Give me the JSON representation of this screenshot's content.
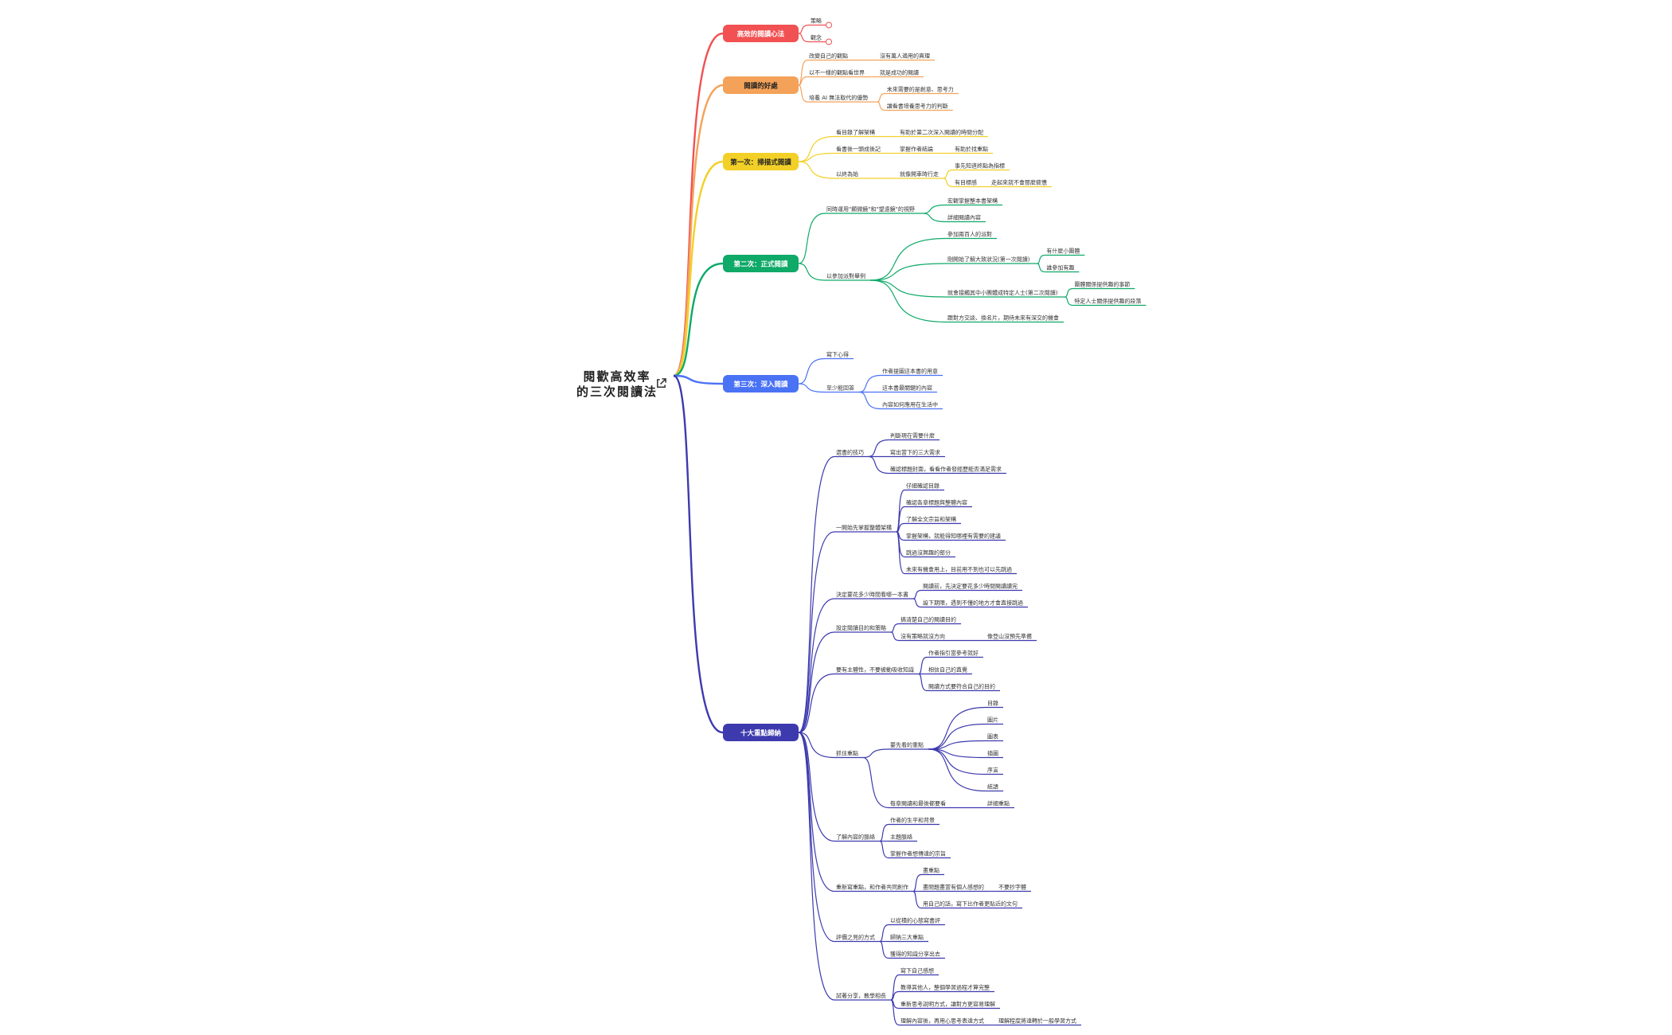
{
  "root": {
    "line1": "閱歡高效率",
    "line2": "的三次閱讀法",
    "icon": "external-link-icon"
  },
  "colors": {
    "red": "#f15152",
    "orange": "#f4a259",
    "yellow": "#f3d027",
    "green": "#0fa968",
    "blue": "#4a72f5",
    "indigo": "#3d3aae"
  },
  "branches": [
    {
      "id": "r",
      "label": "高效的閱讀心法",
      "color": "red",
      "light": true,
      "children": [
        {
          "label": "策略",
          "marker": true
        },
        {
          "label": "觀念",
          "marker": true
        }
      ]
    },
    {
      "id": "o",
      "label": "閱讀的好處",
      "color": "orange",
      "children": [
        {
          "label": "改變自己的觀點",
          "children": [
            {
              "label": "沒有萬人適用的真理"
            }
          ]
        },
        {
          "label": "以不一樣的觀點看世界",
          "children": [
            {
              "label": "就是成功的閱讀"
            }
          ]
        },
        {
          "label": "培養 AI 無法取代的優勢",
          "children": [
            {
              "label": "未來需要的是創意、思考力"
            },
            {
              "label": "讓看書培養思考力的判斷"
            }
          ]
        }
      ]
    },
    {
      "id": "y",
      "label": "第一次：掃描式閱讀",
      "color": "yellow",
      "children": [
        {
          "label": "看目錄了解架構",
          "children": [
            {
              "label": "有助於第二次深入閱讀的時間分配"
            }
          ]
        },
        {
          "label": "看書後一頭成後記",
          "children": [
            {
              "label": "掌握作者結論",
              "children": [
                {
                  "label": "有助於找重點"
                }
              ]
            }
          ]
        },
        {
          "label": "以終為始",
          "children": [
            {
              "label": "就像開車時行走",
              "children": [
                {
                  "label": "事先知道終點為指標"
                },
                {
                  "label": "有目標感",
                  "children": [
                    {
                      "label": "走起來就不會那麼疲憊"
                    }
                  ]
                }
              ]
            }
          ]
        }
      ]
    },
    {
      "id": "g",
      "label": "第二次：正式閱讀",
      "color": "green",
      "children": [
        {
          "label": "同時運用\"顯微鏡\"和\"望遠鏡\"的視野",
          "children": [
            {
              "label": "宏觀掌握整本書架構"
            },
            {
              "label": "詳細閱讀內容"
            }
          ]
        },
        {
          "label": "以參加派對舉例",
          "children": [
            {
              "label": "參加兩百人的派對"
            },
            {
              "label": "剛開始了解大致狀況(第一次閱讀)",
              "children": [
                {
                  "label": "有什麼小團體"
                },
                {
                  "label": "誰參加有趣"
                }
              ]
            },
            {
              "label": "就會接觸其中小團體成特定人士(第二次閱讀)",
              "children": [
                {
                  "label": "團體關係提供趣的事節"
                },
                {
                  "label": "特定人士關係提供趣的段落"
                }
              ]
            },
            {
              "label": "跟對方交談、換名片，期待未來有深交的機會"
            }
          ]
        }
      ]
    },
    {
      "id": "b",
      "label": "第三次：深入閱讀",
      "color": "blue",
      "children": [
        {
          "label": "寫下心得"
        },
        {
          "label": "至少能回答",
          "children": [
            {
              "label": "作者提圖這本書的用意"
            },
            {
              "label": "這本書最關鍵的內容"
            },
            {
              "label": "內容如何應用在生活中"
            }
          ]
        }
      ]
    },
    {
      "id": "i",
      "label": "十大重點歸納",
      "color": "indigo",
      "children": [
        {
          "label": "選書的技巧",
          "children": [
            {
              "label": "判斷現在需要什麼"
            },
            {
              "label": "寫出當下的三大需求"
            },
            {
              "label": "確認標題封面，看看作者發經歷能否滿足需求"
            }
          ]
        },
        {
          "label": "一開始先掌握整體架構",
          "children": [
            {
              "label": "仔細確認目錄"
            },
            {
              "label": "確認各章標題與整體內容"
            },
            {
              "label": "了解全文宗旨和架構"
            },
            {
              "label": "掌握架構，就能得知哪裡有需要的建議"
            },
            {
              "label": "跳過沒興趣的部分"
            },
            {
              "label": "未來有機會用上，目前用不到也可以先跳過"
            }
          ]
        },
        {
          "label": "決定要花多少時間看哪一本書",
          "children": [
            {
              "label": "閱讀前，先決定要花多少時間閱讀讀完"
            },
            {
              "label": "設下期限，遇到不懂的地方才會直接跳過"
            }
          ]
        },
        {
          "label": "設定閱讀目的和策略",
          "children": [
            {
              "label": "搞清楚自己的閱讀目的"
            },
            {
              "label": "沒有策略就沒方向",
              "children": [
                {
                  "label": "像登山沒預先準備"
                }
              ]
            }
          ]
        },
        {
          "label": "要有主體性，不要被動吸收知識",
          "children": [
            {
              "label": "作者指引當參考就好"
            },
            {
              "label": "相信自己的直覺"
            },
            {
              "label": "閱讀方式要符合自己的目的"
            }
          ]
        },
        {
          "label": "抓住重點",
          "children": [
            {
              "label": "要先看的重點",
              "children": [
                {
                  "label": "目錄"
                },
                {
                  "label": "圖片"
                },
                {
                  "label": "圖表"
                },
                {
                  "label": "插圖"
                },
                {
                  "label": "序言"
                },
                {
                  "label": "結語"
                }
              ]
            },
            {
              "label": "每章閱讀和最後都要看",
              "children": [
                {
                  "label": "詳細重點"
                }
              ]
            }
          ]
        },
        {
          "label": "了解內容的脈絡",
          "children": [
            {
              "label": "作者的生平和背景"
            },
            {
              "label": "主題脈絡"
            },
            {
              "label": "掌握作者想傳達的宗旨"
            }
          ]
        },
        {
          "label": "重新寫重點，和作者共同創作",
          "children": [
            {
              "label": "畫重點"
            },
            {
              "label": "畫問題畫當有個人感想的",
              "children": [
                {
                  "label": "不要抄字體"
                }
              ]
            },
            {
              "label": "用自己的話，寫下比作者更貼近的文句"
            }
          ]
        },
        {
          "label": "評價之見的方式",
          "children": [
            {
              "label": "以從積的心態寫書評"
            },
            {
              "label": "歸納三大重點"
            },
            {
              "label": "獲得的知識分享出去"
            }
          ]
        },
        {
          "label": "試著分享，教學相長",
          "children": [
            {
              "label": "寫下自己感想"
            },
            {
              "label": "教導其他人，整個學習過程才算完整"
            },
            {
              "label": "重新思考說明方式，讓對方更容易理解"
            },
            {
              "label": "理解內容後，再用心思考表達方式",
              "children": [
                {
                  "label": "理解程度將達轉於一般學習方式"
                }
              ]
            }
          ]
        }
      ]
    }
  ]
}
